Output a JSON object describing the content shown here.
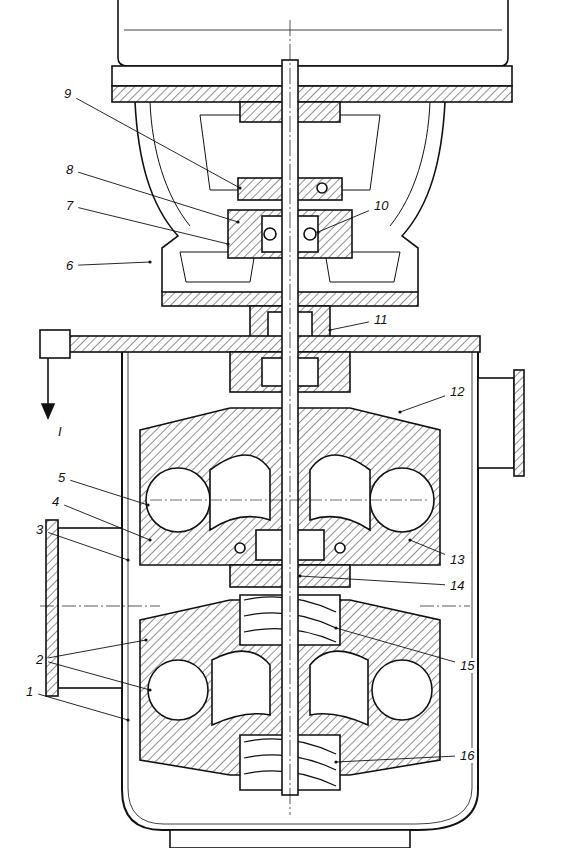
{
  "diagram": {
    "labels": [
      "9",
      "8",
      "7",
      "10",
      "6",
      "11",
      "12",
      "I",
      "5",
      "4",
      "3",
      "13",
      "14",
      "2",
      "15",
      "1",
      "16"
    ]
  }
}
